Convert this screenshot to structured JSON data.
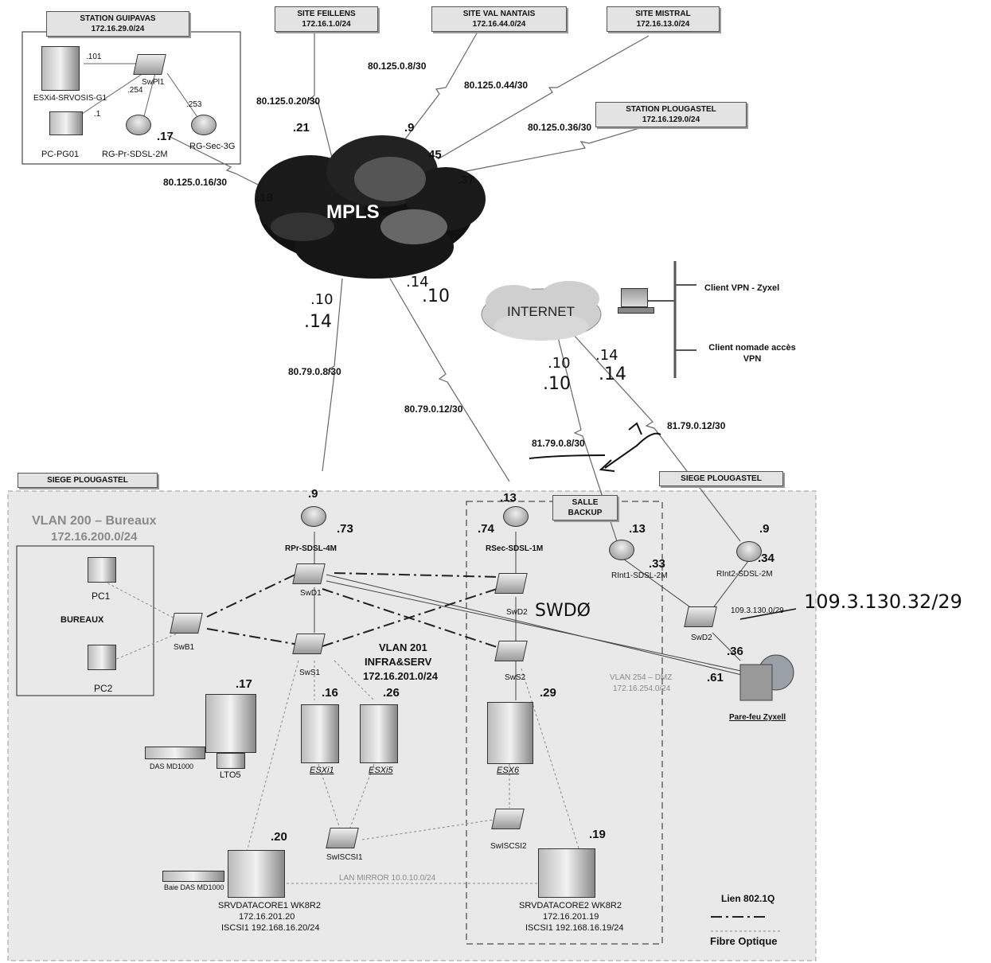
{
  "guipavas": {
    "title": "STATION GUIPAVAS",
    "subnet": "172.16.29.0/24",
    "ip_101": ".101",
    "ip_254": ".254",
    "ip_253": ".253",
    "ip_1": ".1",
    "ip_17": ".17",
    "esxi": "ESXi4-SRVOSIS-G1",
    "switch": "SwPl1",
    "pc": "PC-PG01",
    "router": "RG-Pr-SDSL-2M",
    "router3g": "RG-Sec-3G"
  },
  "sites": [
    {
      "title": "SITE FEILLENS",
      "subnet": "172.16.1.0/24"
    },
    {
      "title": "SITE VAL NANTAIS",
      "subnet": "172.16.44.0/24"
    },
    {
      "title": "SITE MISTRAL",
      "subnet": "172.16.13.0/24"
    },
    {
      "title": "STATION PLOUGASTEL",
      "subnet": "172.16.129.0/24"
    }
  ],
  "links": {
    "l1": "80.125.0.8/30",
    "l2": "80.125.0.44/30",
    "l3": "80.125.0.20/30",
    "l4": "80.125.0.36/30",
    "l5": "80.125.0.16/30",
    "l6": "80.79.0.8/30",
    "l7": "80.79.0.12/30",
    "l8": "81.79.0.8/30",
    "l9": "81.79.0.12/30"
  },
  "mpls_ips": {
    "a": ".21",
    "b": ".9",
    "c": "45",
    "d": ".37",
    "e": ".18"
  },
  "mpls": "MPLS",
  "internet": "INTERNET",
  "client_vpn": "Client VPN - Zyxel",
  "client_nomade": "Client nomade accès VPN",
  "handwritten": {
    "h1": ".10",
    "h2": ".14",
    "h3": ".14",
    "h4": ".10",
    "h5": ".10",
    "h6": ".10",
    "h7": ".14",
    "h8": ".14",
    "swd0": "SWDØ",
    "net": "109.3.130.32/29"
  },
  "siege_left": "SIEGE PLOUGASTEL",
  "siege_right": "SIEGE PLOUGASTEL",
  "vlan200": {
    "title": "VLAN 200 – Bureaux",
    "subnet": "172.16.200.0/24"
  },
  "bureaux": {
    "pc1": "PC1",
    "pc2": "PC2",
    "label": "BUREAUX",
    "switch": "SwB1"
  },
  "salle_backup": "SALLE\nBACKUP",
  "rpr": {
    "ip_top": ".9",
    "ip_side": ".73",
    "name": "RPr-SDSL-4M"
  },
  "rsec": {
    "ip_top": ".13",
    "ip_side": ".74",
    "name": "RSec-SDSL-1M"
  },
  "rint1": {
    "ip_top": ".13",
    "ip_side": ".33",
    "name": "RInt1-SDSL-2M"
  },
  "rint2": {
    "ip_top": ".9",
    "ip_side": ".34",
    "name": "RInt2-SDSL-2M"
  },
  "dmz_net": "109.3.130.0/29",
  "switches": {
    "swd1": "SwD1",
    "sws1": "SwS1",
    "swd2a": "SwD2",
    "sws2": "SwS2",
    "swd2b": "SwD2",
    "swiscsi1": "SwISCSI1",
    "swiscsi2": "SwISCSI2"
  },
  "vlan201": {
    "l1": "VLAN 201",
    "l2": "INFRA&SERV",
    "l3": "172.16.201.0/24"
  },
  "vlan254": {
    "l1": "VLAN 254 – DMZ",
    "l2": "172.16.254.0/24"
  },
  "firewall": {
    "ip36": ".36",
    "ip61": ".61",
    "name": "Pare-feu Zyxell"
  },
  "ips": {
    "i17": ".17",
    "i16": ".16",
    "i26": ".26",
    "i29": ".29",
    "i20": ".20",
    "i19": ".19"
  },
  "storage": {
    "das": "DAS MD1000",
    "lto": "LTO5",
    "esxi1": "ESXi1",
    "esxi5": "ESXi5",
    "esx6": "ESX6",
    "baie": "Baie DAS MD1000",
    "mirror": "LAN MIRROR 10.0.10.0/24"
  },
  "srv1": {
    "name": "SRVDATACORE1 WK8R2",
    "ip": "172.16.201.20",
    "iscsi": "ISCSI1 192.168.16.20/24"
  },
  "srv2": {
    "name": "SRVDATACORE2 WK8R2",
    "ip": "172.16.201.19",
    "iscsi": "ISCSI1 192.168.16.19/24"
  },
  "legend": {
    "l1": "Lien 802.1Q",
    "l2": "Fibre Optique"
  }
}
